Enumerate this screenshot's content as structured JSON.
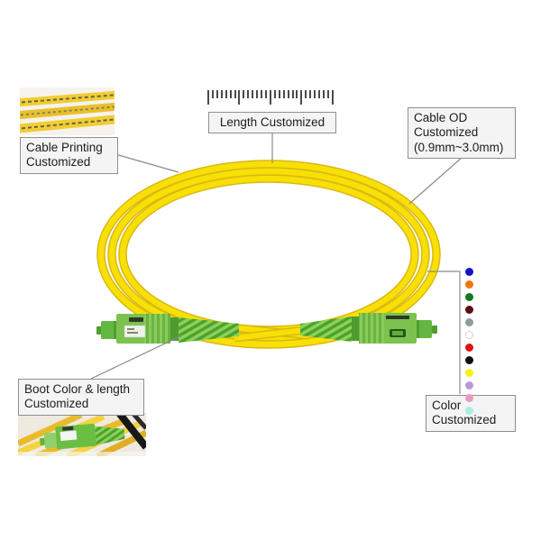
{
  "product": {
    "name": "Fiber optic patch cable with SC/APC connectors",
    "cable_color_hex": "#f8e005",
    "cable_edge_hex": "#d9b814",
    "connector_color_hex": "#7cc24e"
  },
  "annotations": {
    "length": {
      "text": "Length Customized"
    },
    "cable_printing": {
      "text": "Cable Printing\nCustomized"
    },
    "cable_od": {
      "text": "Cable OD\nCustomized\n(0.9mm~3.0mm)"
    },
    "boot": {
      "text": "Boot Color & length\nCustomized"
    },
    "color": {
      "text": "Color\nCustomized"
    }
  },
  "ruler": {
    "tick_count": 29,
    "major_every": 7
  },
  "color_dots": [
    {
      "name": "blue",
      "hex": "#1414cc"
    },
    {
      "name": "orange",
      "hex": "#ee7611"
    },
    {
      "name": "green",
      "hex": "#14781f"
    },
    {
      "name": "brown",
      "hex": "#5a1010"
    },
    {
      "name": "slate",
      "hex": "#8c9c9c"
    },
    {
      "name": "white",
      "hex": "#ffffff"
    },
    {
      "name": "red",
      "hex": "#dd1414"
    },
    {
      "name": "black",
      "hex": "#111111"
    },
    {
      "name": "yellow",
      "hex": "#f2f214"
    },
    {
      "name": "violet",
      "hex": "#bb99dd"
    },
    {
      "name": "rose",
      "hex": "#ee99bb"
    },
    {
      "name": "aqua",
      "hex": "#a8efe0"
    }
  ],
  "style": {
    "box_bg": "#f4f4f4",
    "box_border": "#8f8f8f",
    "leader": "#8a8a8a"
  }
}
